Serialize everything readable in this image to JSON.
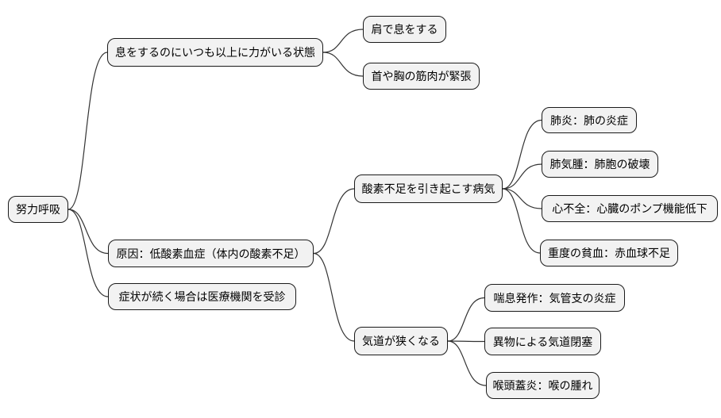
{
  "diagram": {
    "type": "mindmap",
    "background_color": "#ffffff",
    "node_fill_color": "#f2f2f2",
    "node_border_color": "#1a1a1a",
    "edge_color": "#333333",
    "text_color": "#000000",
    "root": {
      "id": "root",
      "label": "努力呼吸",
      "children": [
        {
          "id": "state",
          "label": "息をするのにいつも以上に力がいる状態",
          "children": [
            {
              "id": "shoulder",
              "label": "肩で息をする",
              "children": []
            },
            {
              "id": "neck",
              "label": "首や胸の筋肉が緊張",
              "children": []
            }
          ]
        },
        {
          "id": "cause",
          "label": "原因：低酸素血症（体内の酸素不足）",
          "children": [
            {
              "id": "oxygen-diseases",
              "label": "酸素不足を引き起こす病気",
              "children": [
                {
                  "id": "pneumonia",
                  "label": "肺炎：肺の炎症",
                  "children": []
                },
                {
                  "id": "emphysema",
                  "label": "肺気腫：肺胞の破壊",
                  "children": []
                },
                {
                  "id": "heart-failure",
                  "label": "心不全：心臓のポンプ機能低下",
                  "children": []
                },
                {
                  "id": "anemia",
                  "label": "重度の貧血：赤血球不足",
                  "children": []
                }
              ]
            },
            {
              "id": "airway",
              "label": "気道が狭くなる",
              "children": [
                {
                  "id": "asthma",
                  "label": "喘息発作：気管支の炎症",
                  "children": []
                },
                {
                  "id": "foreign-body",
                  "label": "異物による気道閉塞",
                  "children": []
                },
                {
                  "id": "epiglottitis",
                  "label": "喉頭蓋炎：喉の腫れ",
                  "children": []
                }
              ]
            }
          ]
        },
        {
          "id": "seek-care",
          "label": "症状が続く場合は医療機関を受診",
          "children": []
        }
      ]
    }
  }
}
